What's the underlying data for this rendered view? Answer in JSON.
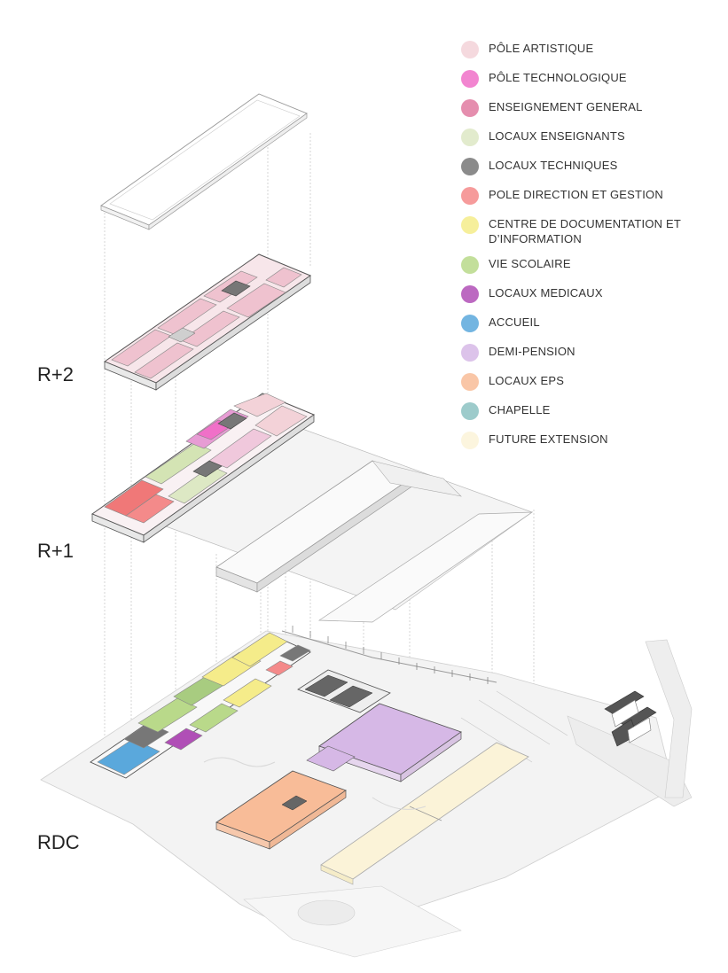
{
  "levels": {
    "r2": "R+2",
    "r1": "R+1",
    "rdc": "RDC"
  },
  "legend": [
    {
      "label": "PÔLE ARTISTIQUE",
      "color": "#f3d2d8"
    },
    {
      "label": "PÔLE TECHNOLOGIQUE",
      "color": "#f070c8"
    },
    {
      "label": "ENSEIGNEMENT GENERAL",
      "color": "#e07aa0"
    },
    {
      "label": "LOCAUX ENSEIGNANTS",
      "color": "#dde8c4"
    },
    {
      "label": "LOCAUX TECHNIQUES",
      "color": "#777777"
    },
    {
      "label": "POLE DIRECTION ET GESTION",
      "color": "#f48a8a"
    },
    {
      "label": "CENTRE DE DOCUMENTATION ET D’INFORMATION",
      "color": "#f5ec8a"
    },
    {
      "label": "VIE SCOLAIRE",
      "color": "#b9d98a"
    },
    {
      "label": "LOCAUX MEDICAUX",
      "color": "#b04fb6"
    },
    {
      "label": "ACCUEIL",
      "color": "#5aa8dc"
    },
    {
      "label": "DEMI-PENSION",
      "color": "#d6b8e6"
    },
    {
      "label": "LOCAUX EPS",
      "color": "#f8bc98"
    },
    {
      "label": "CHAPELLE",
      "color": "#8cc2c2"
    },
    {
      "label": "FUTURE EXTENSION",
      "color": "#fbf3d8"
    }
  ]
}
